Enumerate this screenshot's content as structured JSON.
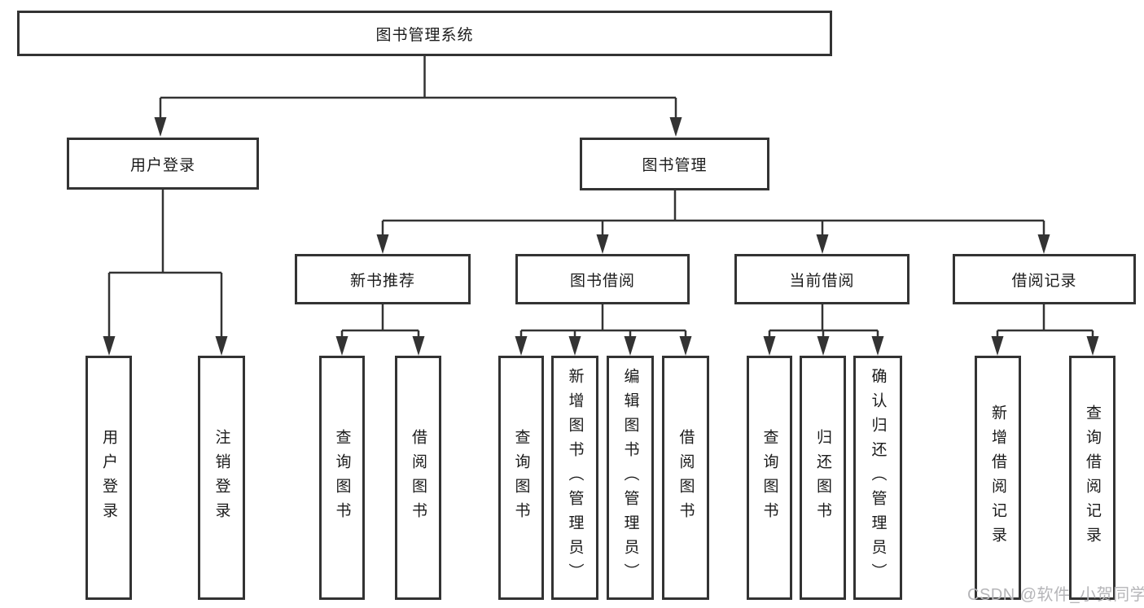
{
  "diagram_type": "feature-hierarchy-tree",
  "tree": {
    "label": "图书管理系统",
    "children": [
      {
        "label": "用户登录",
        "children": [
          {
            "label": "用户登录"
          },
          {
            "label": "注销登录"
          }
        ]
      },
      {
        "label": "图书管理",
        "children": [
          {
            "label": "新书推荐",
            "children": [
              {
                "label": "查询图书"
              },
              {
                "label": "借阅图书"
              }
            ]
          },
          {
            "label": "图书借阅",
            "children": [
              {
                "label": "查询图书"
              },
              {
                "label": "新增图书（管理员）"
              },
              {
                "label": "编辑图书（管理员）"
              },
              {
                "label": "借阅图书"
              }
            ]
          },
          {
            "label": "当前借阅",
            "children": [
              {
                "label": "查询图书"
              },
              {
                "label": "归还图书"
              },
              {
                "label": "确认归还（管理员）"
              }
            ]
          },
          {
            "label": "借阅记录",
            "children": [
              {
                "label": "新增借阅记录"
              },
              {
                "label": "查询借阅记录"
              }
            ]
          }
        ]
      }
    ]
  },
  "watermark": {
    "text": "CSDN @软件_小贺同学"
  },
  "colors": {
    "background": "#ffffff",
    "line": "#333333",
    "box_border": "#333333",
    "text": "#1b1b1b",
    "watermark_text": "#b5b5b8"
  }
}
